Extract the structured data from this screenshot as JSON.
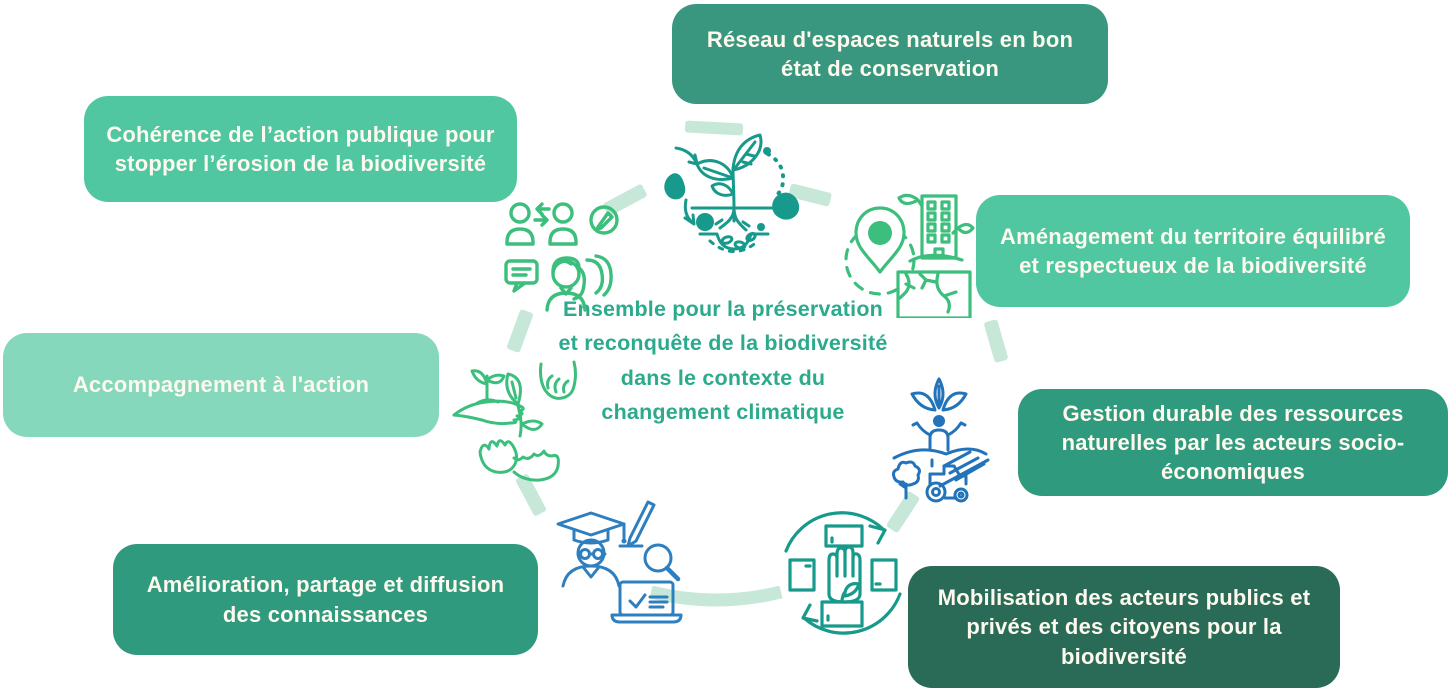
{
  "center": {
    "text": "Ensemble pour la préservation et reconquête de la biodiversité dans le contexte du changement climatique",
    "color": "#2baa8c"
  },
  "boxes": [
    {
      "label": "Réseau d'espaces naturels en bon état de conservation",
      "bg": "#3a977f"
    },
    {
      "label": "Cohérence de l’action publique pour stopper l’érosion de la biodiversité",
      "bg": "#50c6a1"
    },
    {
      "label": "Aménagement du territoire équilibré et respectueux de la biodiversité",
      "bg": "#50c6a1"
    },
    {
      "label": "Accompagnement à l'action",
      "bg": "#85d8bb"
    },
    {
      "label": "Gestion durable des ressources naturelles par les acteurs socio-économiques",
      "bg": "#309a7f"
    },
    {
      "label": "Amélioration, partage et diffusion des connaissances",
      "bg": "#309a7f"
    },
    {
      "label": "Mobilisation des acteurs publics et privés et des citoyens pour la biodiversité",
      "bg": "#2a6b58"
    }
  ],
  "box_text_color": "#fdf9ee",
  "ring_color": "#c7e8d9",
  "icons": {
    "plant_soil": {
      "name": "plant-soil-icon",
      "color": "#17998b"
    },
    "people_exchange": {
      "name": "people-exchange-icon",
      "color": "#3cbe7c"
    },
    "map_pin": {
      "name": "map-pin-territory-icon",
      "color": "#3cbe7c"
    },
    "hands_plant": {
      "name": "hands-plant-icon",
      "color": "#3cbe7c"
    },
    "agriculture": {
      "name": "agriculture-tractor-icon",
      "color": "#2273b9"
    },
    "education": {
      "name": "education-knowledge-icon",
      "color": "#2e7fc0"
    },
    "teamwork": {
      "name": "teamwork-hands-icon",
      "color": "#17998b"
    }
  }
}
